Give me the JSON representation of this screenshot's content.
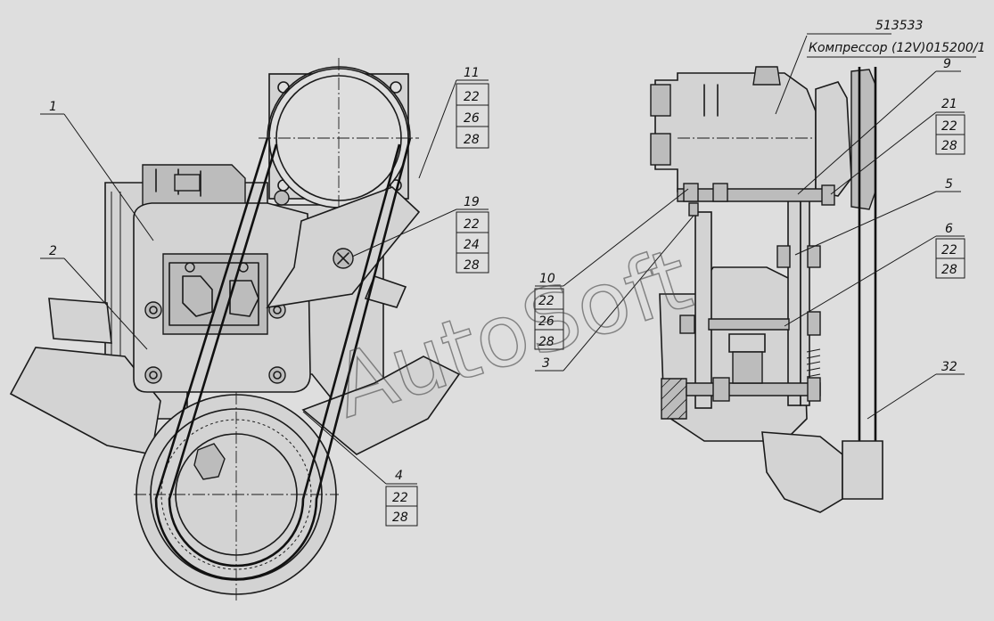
{
  "title": {
    "code": "513533",
    "name": "Компрессор (12V)015200/1"
  },
  "watermark": "AutoSoft",
  "callouts": {
    "left_1": "1",
    "left_2": "2",
    "left_4": [
      "4",
      "22",
      "28"
    ],
    "left_11": [
      "11",
      "22",
      "26",
      "28"
    ],
    "left_19": [
      "19",
      "22",
      "24",
      "28"
    ],
    "mid_10": [
      "10",
      "22",
      "26",
      "28"
    ],
    "mid_3": "3",
    "right_9": "9",
    "right_21": [
      "21",
      "22",
      "28"
    ],
    "right_5": "5",
    "right_6": [
      "6",
      "22",
      "28"
    ],
    "right_32": "32"
  },
  "colors": {
    "background": "#dedede",
    "line": "#1a1a1a"
  }
}
